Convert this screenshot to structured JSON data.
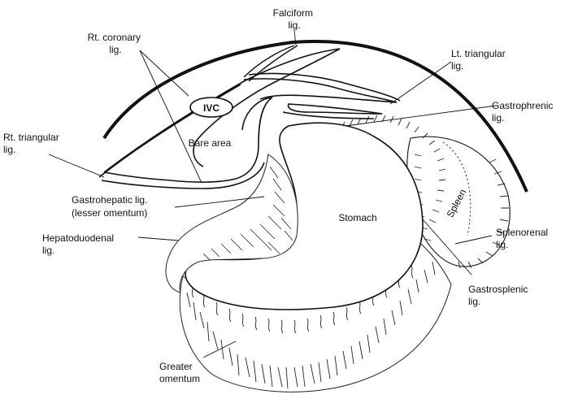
{
  "labels": {
    "falciform": [
      "Falciform",
      "lig."
    ],
    "rt_coronary": [
      "Rt. coronary",
      "lig."
    ],
    "lt_triangular": [
      "Lt. triangular",
      "lig."
    ],
    "gastrophrenic": [
      "Gastrophrenic",
      "lig."
    ],
    "rt_triangular": [
      "Rt. triangular",
      "lig."
    ],
    "gastrohepatic": [
      "Gastrohepatic lig.",
      "(lesser omentum)"
    ],
    "hepatoduodenal": [
      "Hepatoduodenal",
      "lig."
    ],
    "splenorenal": [
      "Splenorenal",
      "lig."
    ],
    "gastrosplenic": [
      "Gastrosplenic",
      "lig."
    ],
    "greater_omentum": [
      "Greater",
      "omentum"
    ]
  },
  "organs": {
    "ivc": "IVC",
    "bare_area": "Bare area",
    "stomach": "Stomach",
    "spleen": "Spleen"
  }
}
